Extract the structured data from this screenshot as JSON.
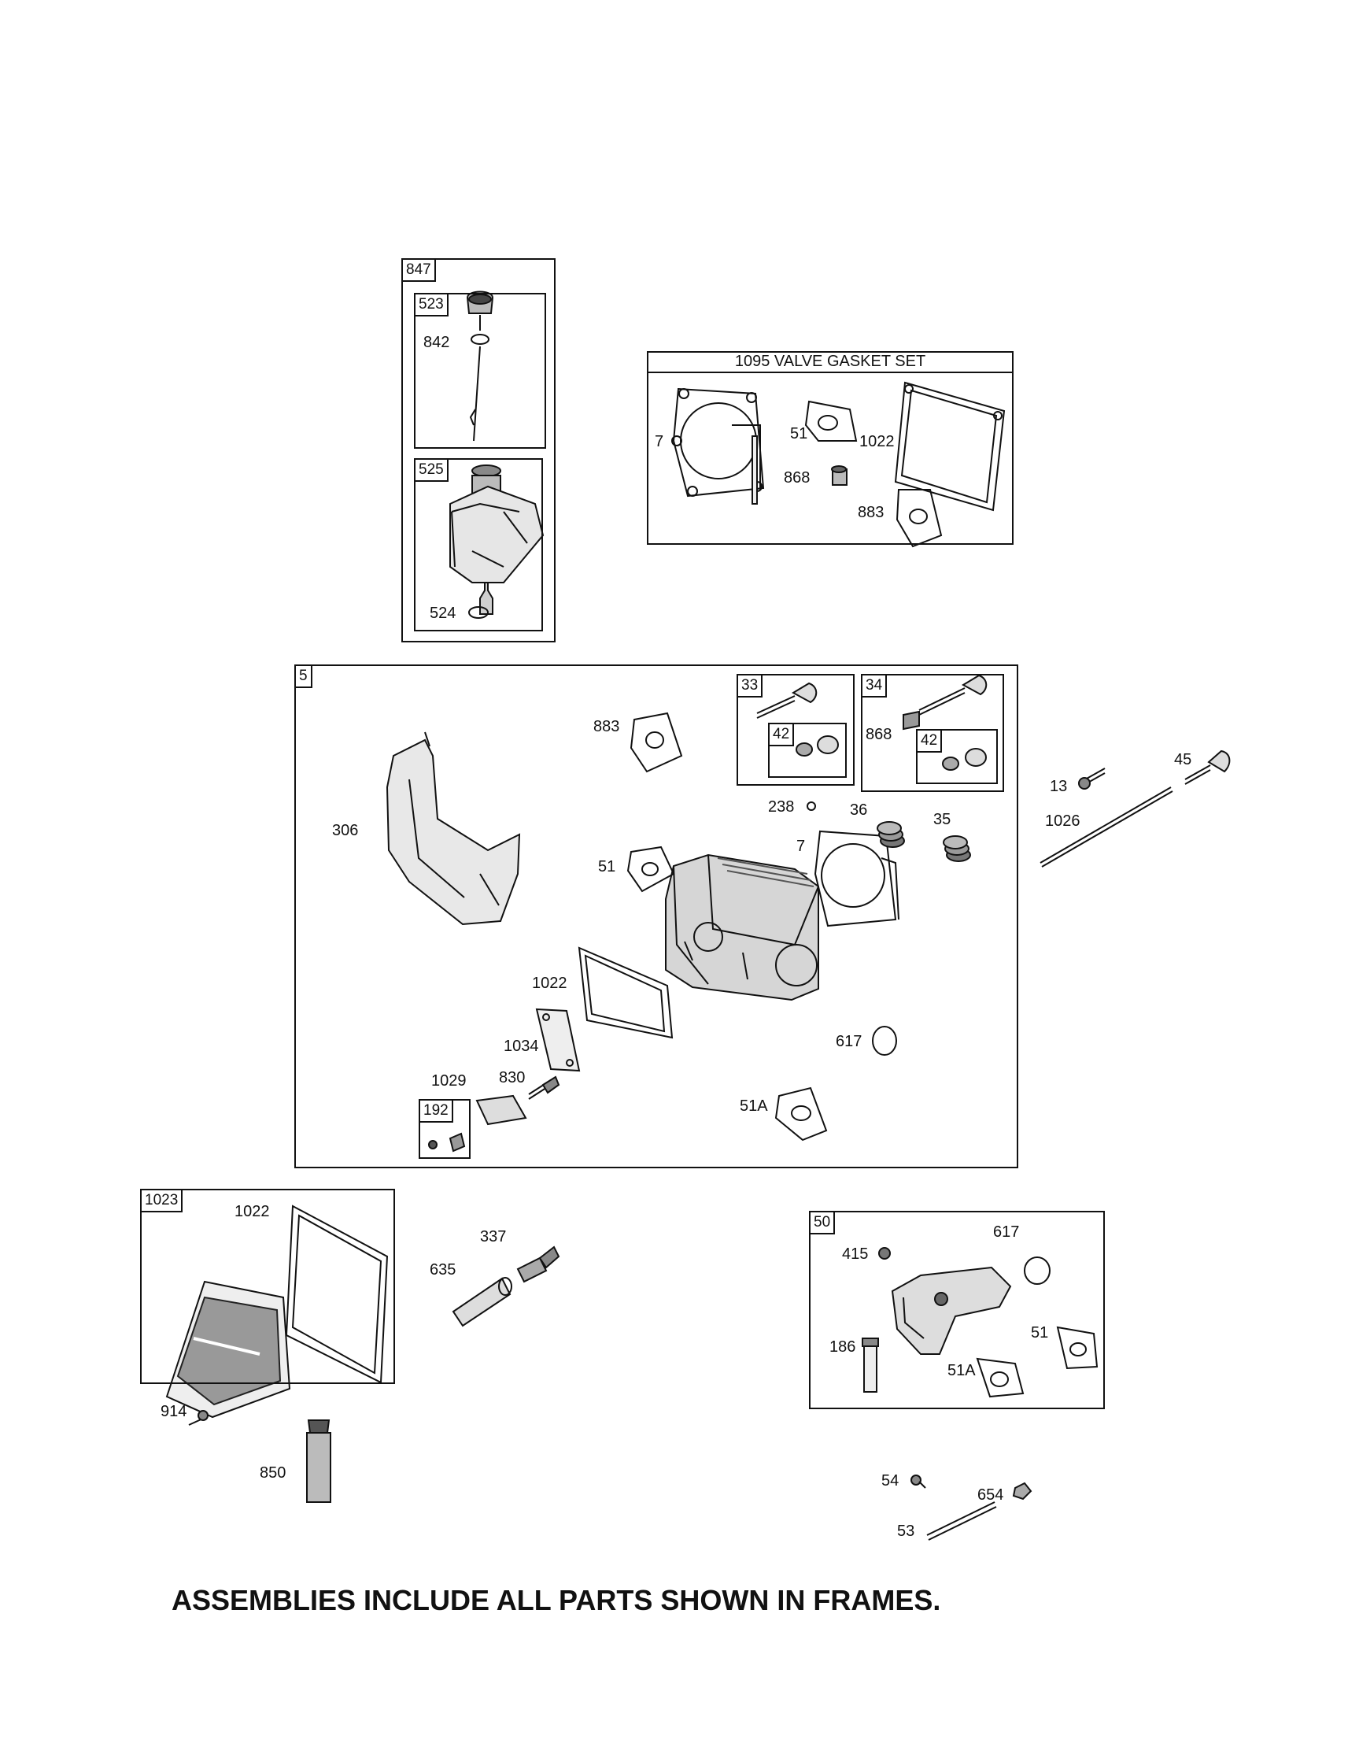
{
  "frames": {
    "f847": "847",
    "f523": "523",
    "f525": "525",
    "gasket_set": "1095 VALVE GASKET SET",
    "f5": "5",
    "f33": "33",
    "f34": "34",
    "f42a": "42",
    "f42b": "42",
    "f192": "192",
    "f1023": "1023",
    "f50": "50"
  },
  "labels": {
    "p842": "842",
    "p524": "524",
    "g7": "7",
    "g51": "51",
    "g1022": "1022",
    "g868": "868",
    "g883": "883",
    "p883": "883",
    "p868": "868",
    "p13": "13",
    "p45": "45",
    "p1026": "1026",
    "p306": "306",
    "p238": "238",
    "p36": "36",
    "p35": "35",
    "p7": "7",
    "p51": "51",
    "p1022": "1022",
    "p1034": "1034",
    "p617": "617",
    "p1029": "1029",
    "p830": "830",
    "p51A": "51A",
    "q1022": "1022",
    "p337": "337",
    "p635": "635",
    "p914": "914",
    "p850": "850",
    "r415": "415",
    "r617": "617",
    "r186": "186",
    "r51": "51",
    "r51A": "51A",
    "p54": "54",
    "p654": "654",
    "p53": "53"
  },
  "footer": "ASSEMBLIES INCLUDE ALL PARTS SHOWN IN FRAMES.",
  "colors": {
    "line": "#111111",
    "background": "#ffffff",
    "shade": "#9a9a9a"
  }
}
